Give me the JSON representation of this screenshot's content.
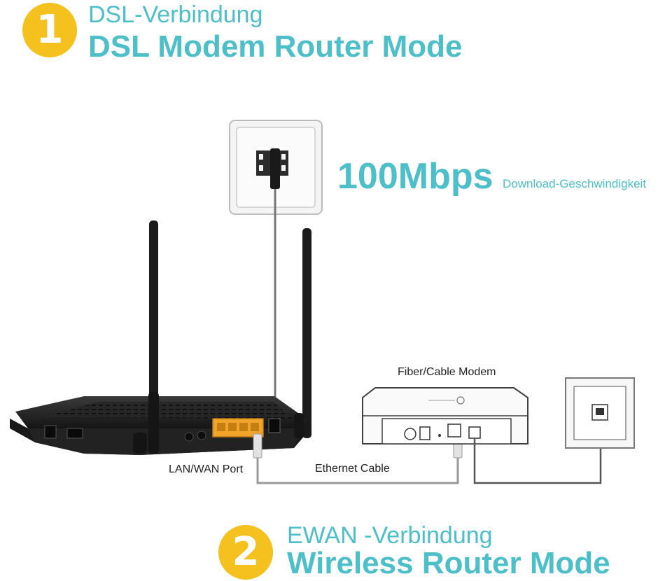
{
  "mode1": {
    "number": "1",
    "subtitle": "DSL-Verbindung",
    "title": "DSL Modem Router Mode"
  },
  "speed": {
    "value": "100Mbps",
    "label": "Download-Geschwindigkeit"
  },
  "labels": {
    "modem": "Fiber/Cable Modem",
    "lan_wan_port": "LAN/WAN Port",
    "ethernet_cable": "Ethernet Cable"
  },
  "mode2": {
    "number": "2",
    "subtitle": "EWAN -Verbindung",
    "title": "Wireless Router Mode"
  },
  "colors": {
    "accent": "#4cbfc8",
    "badge": "#f5c11e",
    "lan_ports": "#f0a42a",
    "router": "#1c1c1c"
  },
  "icons": [
    "dsl-wall-socket-icon",
    "phone-wall-socket-icon",
    "router-icon",
    "modem-icon"
  ]
}
